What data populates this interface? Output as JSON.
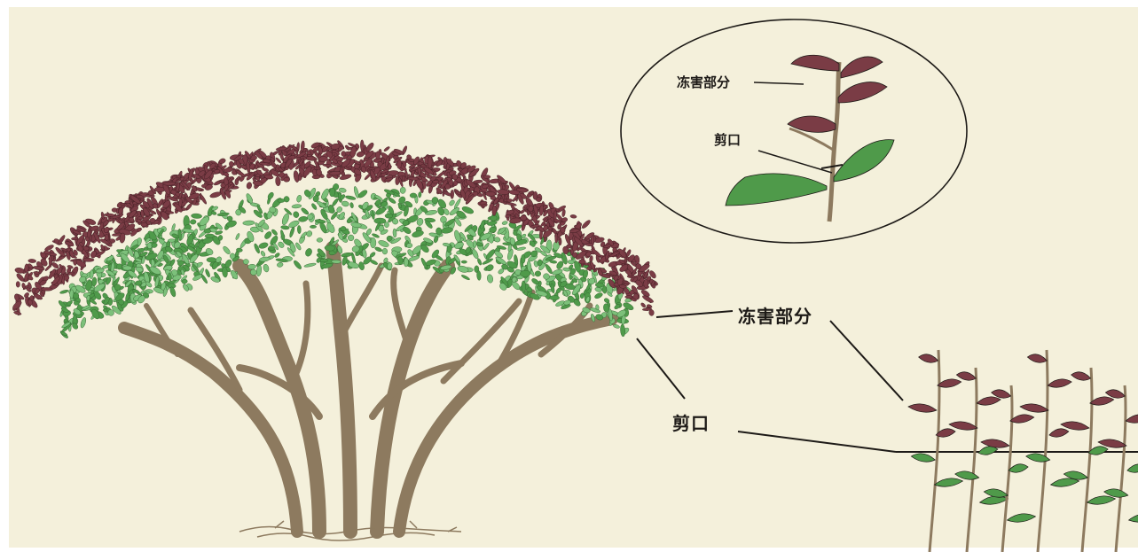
{
  "colors": {
    "background": "#f4f0db",
    "frost_damage": "#7a3c45",
    "foliage": "#4f9a4a",
    "foliage_light": "#7cc07a",
    "trunk": "#8d7a5f",
    "ink": "#1d1a17"
  },
  "inset": {
    "frost_label": "冻害部分",
    "cut_label": "剪口"
  },
  "main": {
    "frost_label": "冻害部分",
    "cut_label": "剪口"
  }
}
